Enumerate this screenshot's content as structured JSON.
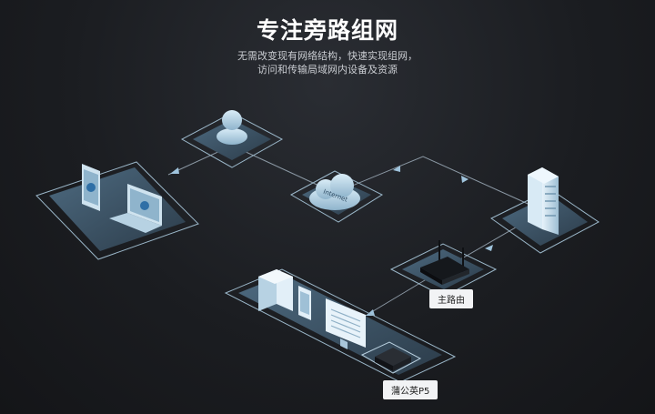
{
  "header": {
    "title": "专注旁路组网",
    "subtitle_line1": "无需改变现有网络结构，快速实现组网，",
    "subtitle_line2": "访问和传输局域网内设备及资源"
  },
  "nodes": {
    "router_label": "主路由",
    "device_label": "蒲公英P5",
    "cloud_text": "Internet"
  },
  "colors": {
    "background": "#1b1d21",
    "accent": "#8fbcd9",
    "platform_fill": "#3a4f60",
    "platform_border": "#9ab6c8"
  }
}
